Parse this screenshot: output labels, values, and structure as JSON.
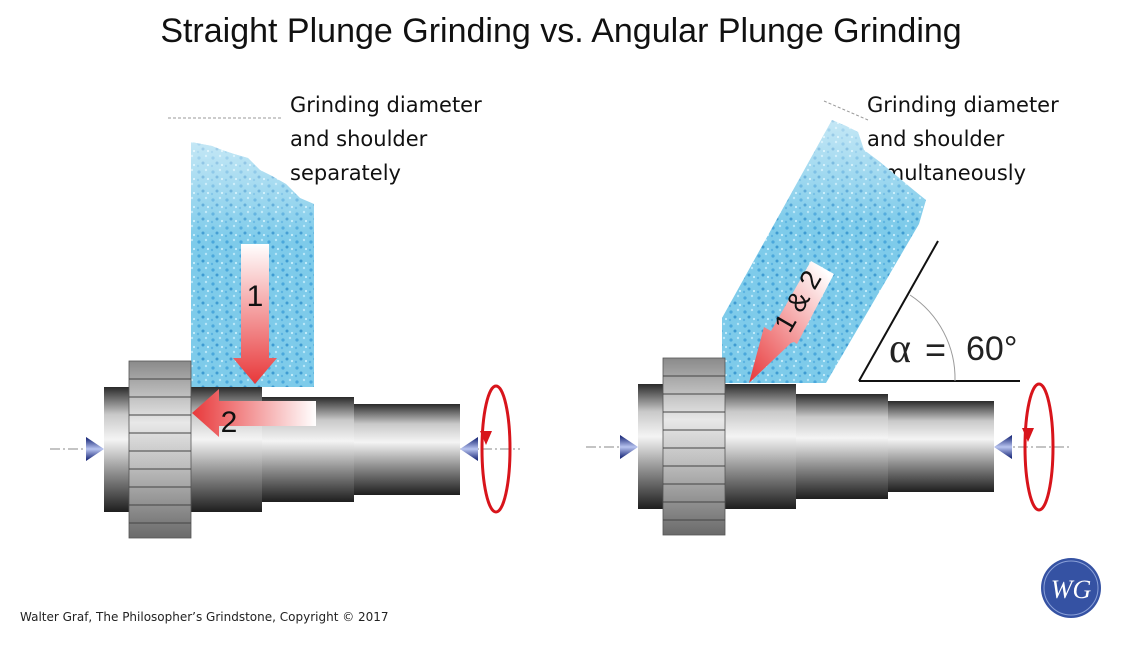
{
  "title": "Straight Plunge Grinding vs. Angular Plunge Grinding",
  "left_panel": {
    "caption": [
      "Grinding diameter",
      "and shoulder",
      "separately"
    ],
    "step_1": "1",
    "step_2": "2"
  },
  "right_panel": {
    "caption": [
      "Grinding diameter",
      "and shoulder",
      "simultaneously"
    ],
    "step_combined": "1 & 2",
    "angle_symbol": "α",
    "angle_equals": "=",
    "angle_value": "60°"
  },
  "footer": {
    "copyright": "Walter Graf, The Philosopher’s Grindstone, Copyright © 2017",
    "logo_letters": "WG"
  },
  "colors": {
    "wheel": "#7ecbea",
    "arrow": "#e8383a",
    "rotation": "#d8141b",
    "center": "#1a2a8a",
    "logo": "#3552a3"
  }
}
